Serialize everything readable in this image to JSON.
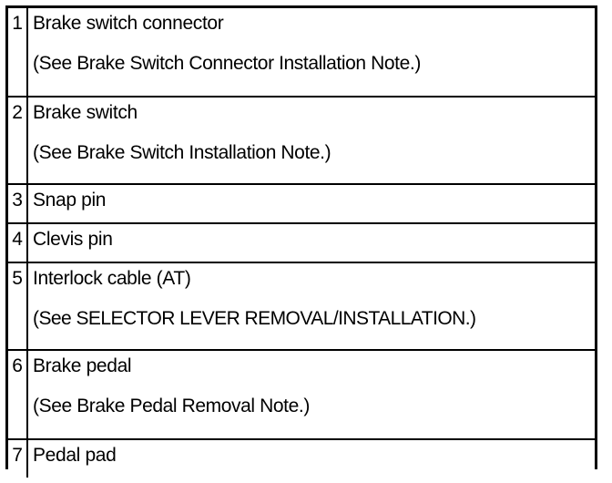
{
  "document": {
    "type": "parts-identification-table",
    "background_color": "#ffffff",
    "text_color": "#000000",
    "border_color": "#000000"
  },
  "table": {
    "columns": [
      "number",
      "description"
    ],
    "rows": [
      {
        "number": "1",
        "description": "Brake switch connector",
        "note": "(See Brake Switch Connector Installation Note.)"
      },
      {
        "number": "2",
        "description": "Brake switch",
        "note": "(See Brake Switch Installation Note.)"
      },
      {
        "number": "3",
        "description": "Snap pin",
        "note": ""
      },
      {
        "number": "4",
        "description": "Clevis pin",
        "note": ""
      },
      {
        "number": "5",
        "description": "Interlock cable (AT)",
        "note": "(See SELECTOR LEVER REMOVAL/INSTALLATION.)"
      },
      {
        "number": "6",
        "description": "Brake pedal",
        "note": "(See Brake Pedal Removal Note.)"
      },
      {
        "number": "7",
        "description": "Pedal pad",
        "note": ""
      }
    ]
  }
}
